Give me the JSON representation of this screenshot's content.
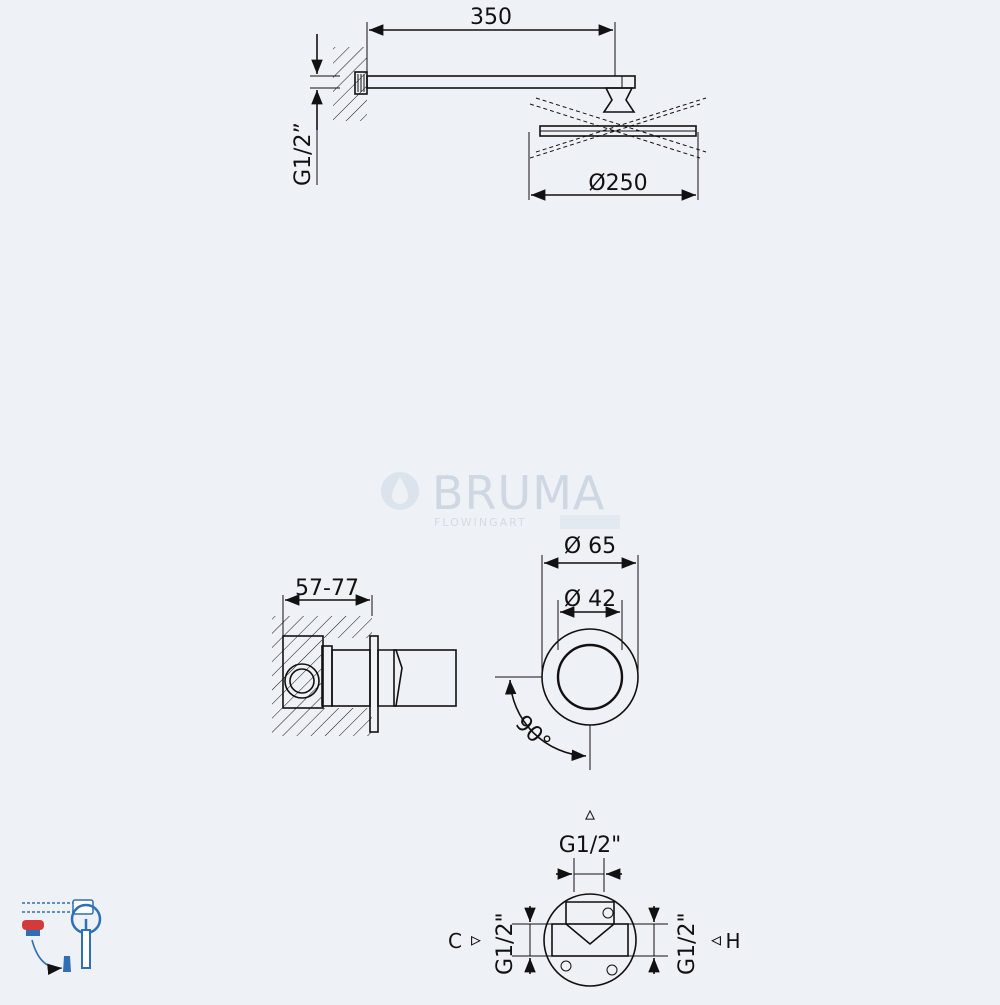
{
  "watermark": {
    "brand": "BRUMA",
    "tagline": "FLOWINGART"
  },
  "shower_head_view": {
    "arm_length": "350",
    "head_diameter": "Ø250",
    "wall_connection": "G1/2”"
  },
  "mixer_side_view": {
    "depth_range": "57-77"
  },
  "mixer_front_view": {
    "plate_diameter": "Ø 65",
    "handle_diameter": "Ø 42",
    "rotation": "90°"
  },
  "connections_view": {
    "top_thread": "G1/2\"",
    "left_thread": "G1/2\"",
    "right_thread": "G1/2\"",
    "cold_label": "C",
    "hot_label": "H"
  },
  "colors": {
    "line": "#111111",
    "background": "#eef1f6",
    "watermark": "#cfd8e2",
    "icon_blue": "#2f6fb5",
    "icon_red": "#d33b3b"
  }
}
